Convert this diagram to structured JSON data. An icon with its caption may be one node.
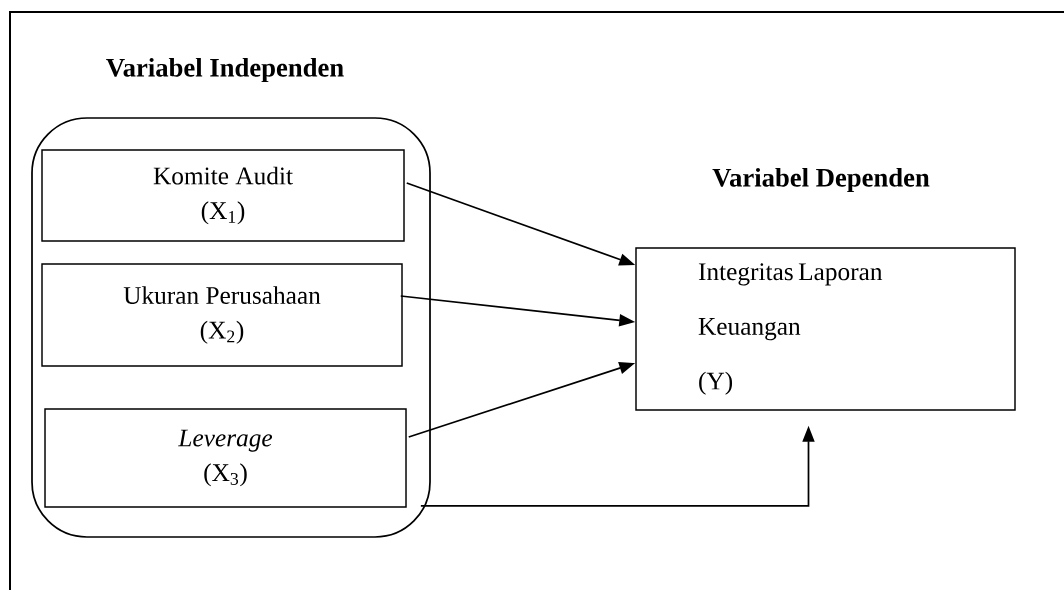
{
  "diagram": {
    "nodes": [
      {
        "text": [
          "Variabel Independen"
        ]
      },
      {
        "text": [
          "Komite Audit",
          "(X$_{1}$)"
        ],
        "in": 0
      },
      {
        "text": [
          "Ukuran Perusahaan",
          "(X$_{2}$)"
        ],
        "in": 0
      },
      {
        "text": [
          "Leverage",
          "(X$_{3}$)"
        ],
        "in": 0
      },
      {
        "text": [
          "Variabel Dependen",
          "Integritas Laporan Keuangan",
          "(Y)"
        ]
      }
    ],
    "edges": [
      {
        "from": 1,
        "to": 4,
        "arrow": "to"
      },
      {
        "from": 2,
        "to": 4,
        "arrow": "to"
      },
      {
        "from": 3,
        "to": 4,
        "arrow": "to"
      },
      {
        "from": 0,
        "to": 4,
        "arrow": "to"
      }
    ]
  }
}
